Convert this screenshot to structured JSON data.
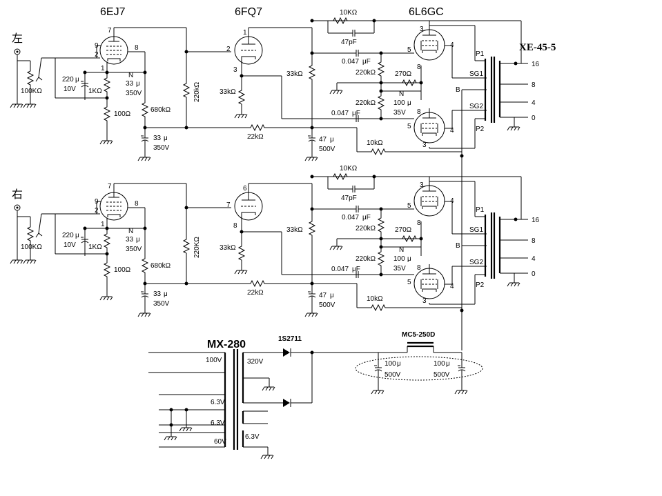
{
  "tubes": {
    "pre": "6EJ7",
    "driver": "6FQ7",
    "output": "6L6GC"
  },
  "output_transformer": "XE-45-5",
  "power_transformer": "MX-280",
  "choke": "MC5-250D",
  "rectifier_diode": "1S2711",
  "channels": [
    {
      "side": "左",
      "vol": "100KΩ",
      "pre_pins": {
        "g": "2",
        "p": "8",
        "k": "1",
        "g2": "7",
        "g3": "9"
      },
      "drv_pins": {
        "g": "2",
        "p": "1",
        "k": "3"
      },
      "c_k1a": "220",
      "c_k1b": "μ",
      "c_k1c": "10V",
      "r_k1": "1KΩ",
      "r_fb": "100Ω",
      "c_g2a": "33",
      "c_g2b": "μ",
      "c_g2c": "350V",
      "r_g2": "680kΩ",
      "r_pl": "220kΩ",
      "c_dec_a": "33",
      "c_dec_b": "μ",
      "c_dec_c": "350V",
      "r_drv_k": "33kΩ",
      "r_drv_p": "33kΩ",
      "r_drop": "22kΩ",
      "c_drv_a": "47",
      "c_drv_b": "μ",
      "c_drv_c": "500V",
      "r_nfb": "10KΩ",
      "c_nfb": "47pF",
      "c_cpl1": "0.047",
      "c_cpl1u": "μF",
      "c_cpl2": "0.047",
      "c_cpl2u": "μF",
      "r_g1": "220kΩ",
      "r_g2b": "220kΩ",
      "r_k_out": "270Ω",
      "c_k_out_a": "100",
      "c_k_out_b": "μ",
      "c_k_out_c": "35V",
      "r_fb2": "10kΩ",
      "out_pins": {
        "p": "3",
        "g": "5",
        "k": "8",
        "g2": "4"
      },
      "xfmr_pins": {
        "p1": "P1",
        "sg1": "SG1",
        "b": "B",
        "sg2": "SG2",
        "p2": "P2"
      },
      "taps": [
        "16",
        "8",
        "4",
        "0"
      ]
    },
    {
      "side": "右",
      "vol": "100KΩ",
      "pre_pins": {
        "g": "2",
        "p": "8",
        "k": "1",
        "g2": "7",
        "g3": "9"
      },
      "drv_pins": {
        "g": "7",
        "p": "6",
        "k": "8"
      },
      "c_k1a": "220",
      "c_k1b": "μ",
      "c_k1c": "10V",
      "r_k1": "1KΩ",
      "r_fb": "100Ω",
      "c_g2a": "33",
      "c_g2b": "μ",
      "c_g2c": "350V",
      "r_g2": "680kΩ",
      "r_pl": "220KΩ",
      "c_dec_a": "33",
      "c_dec_b": "μ",
      "c_dec_c": "350V",
      "r_drv_k": "33kΩ",
      "r_drv_p": "33kΩ",
      "r_drop": "22kΩ",
      "c_drv_a": "47",
      "c_drv_b": "μ",
      "c_drv_c": "500V",
      "r_nfb": "10KΩ",
      "c_nfb": "47pF",
      "c_cpl1": "0.047",
      "c_cpl1u": "μF",
      "c_cpl2": "0.047",
      "c_cpl2u": "μF",
      "r_g1": "220kΩ",
      "r_g2b": "220kΩ",
      "r_k_out": "270Ω",
      "c_k_out_a": "100",
      "c_k_out_b": "μ",
      "c_k_out_c": "35V",
      "r_fb2": "10kΩ",
      "out_pins": {
        "p": "3",
        "g": "5",
        "k": "8",
        "g2": "4"
      },
      "xfmr_pins": {
        "p1": "P1",
        "sg1": "SG1",
        "b": "B",
        "sg2": "SG2",
        "p2": "P2"
      },
      "taps": [
        "16",
        "8",
        "4",
        "0"
      ]
    }
  ],
  "psu": {
    "primary": "100V",
    "secondary_hv": "320V",
    "heaters": [
      "6.3V",
      "6.3V",
      "60V",
      "6.3V"
    ],
    "cap1_a": "100",
    "cap1_b": "μ",
    "cap1_c": "500V",
    "cap2_a": "100",
    "cap2_b": "μ",
    "cap2_c": "500V"
  }
}
